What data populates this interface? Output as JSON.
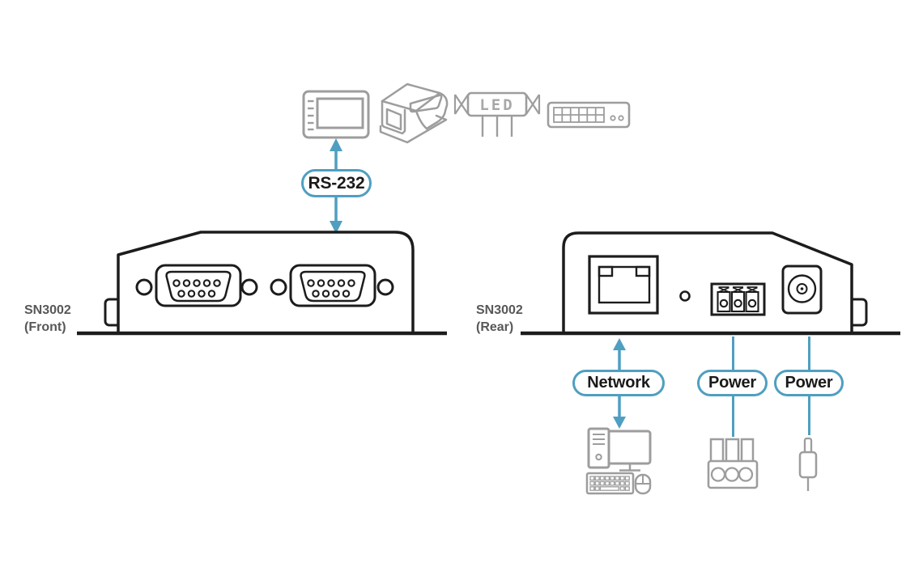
{
  "devices": {
    "front": {
      "name": "SN3002",
      "view_label": "(Front)"
    },
    "rear": {
      "name": "SN3002",
      "view_label": "(Rear)"
    }
  },
  "connection_labels": {
    "rs232": "RS-232",
    "network": "Network",
    "power_terminal": "Power",
    "power_jack": "Power"
  },
  "led_sign_text": "LED",
  "icon_names": {
    "top_row": [
      "hmi-touch-panel",
      "barcode-scanner",
      "led-display-sign",
      "rack-device"
    ],
    "bottom_row": [
      "desktop-computer",
      "terminal-block-wiring",
      "dc-power-plug"
    ]
  },
  "colors": {
    "connection_blue": "#4f9fc0",
    "device_outline": "#1c1c1c",
    "icon_gray": "#9d9d9d",
    "label_gray": "#595757"
  }
}
